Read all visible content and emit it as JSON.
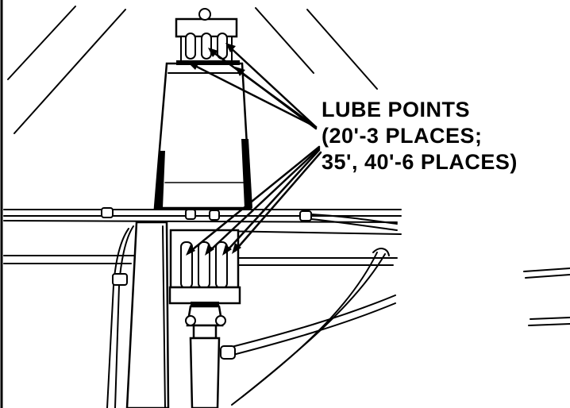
{
  "callout": {
    "line1": "LUBE POINTS",
    "line2": "(20'-3 PLACES;",
    "line3": "35', 40'-6 PLACES)"
  },
  "colors": {
    "ink": "#000000",
    "paper": "#ffffff"
  },
  "icons": {
    "pointer": "arrowhead"
  }
}
